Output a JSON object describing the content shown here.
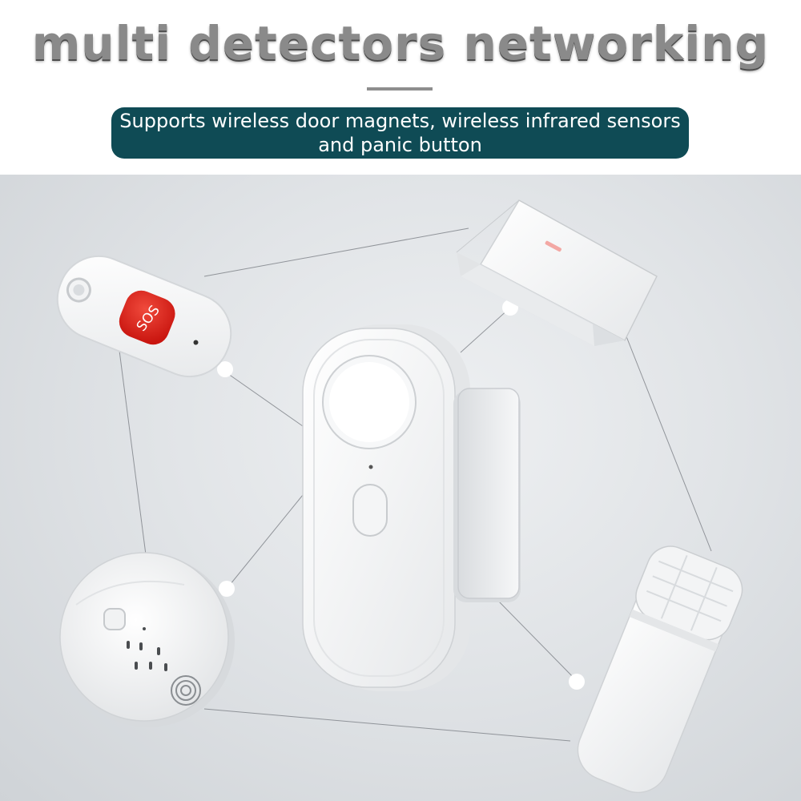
{
  "header": {
    "title": "multi detectors networking",
    "subtitle_line1": "Supports wireless door magnets, wireless infrared sensors",
    "subtitle_line2": "and panic button"
  },
  "devices": {
    "panic_button_label": "SOS"
  },
  "colors": {
    "title_text": "#8a8a8a",
    "pill_background": "#0f4b55",
    "sos_button": "#e0231b",
    "background": "#dfe2e5"
  }
}
